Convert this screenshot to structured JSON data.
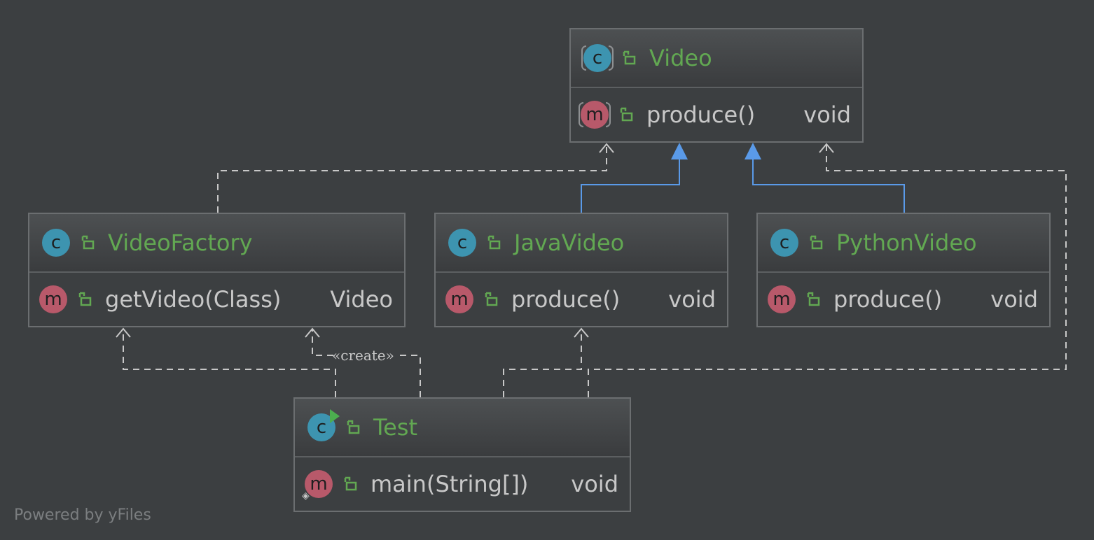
{
  "classes": {
    "video": {
      "name": "Video",
      "method": "produce()",
      "return_type": "void"
    },
    "videofactory": {
      "name": "VideoFactory",
      "method": "getVideo(Class)",
      "return_type": "Video"
    },
    "javavideo": {
      "name": "JavaVideo",
      "method": "produce()",
      "return_type": "void"
    },
    "pythonvideo": {
      "name": "PythonVideo",
      "method": "produce()",
      "return_type": "void"
    },
    "test": {
      "name": "Test",
      "method": "main(String[])",
      "return_type": "void"
    }
  },
  "icons": {
    "class_badge_letter": "c",
    "method_badge_letter": "m"
  },
  "edges": {
    "create_label": "«create»"
  },
  "colors": {
    "background": "#3c3f41",
    "class_name": "#62a852",
    "class_badge": "#3d94b0",
    "method_badge": "#b8596a",
    "inheritance_edge": "#5a9ae8",
    "dependency_edge": "#c8c8c8"
  },
  "footer": "Powered by yFiles"
}
